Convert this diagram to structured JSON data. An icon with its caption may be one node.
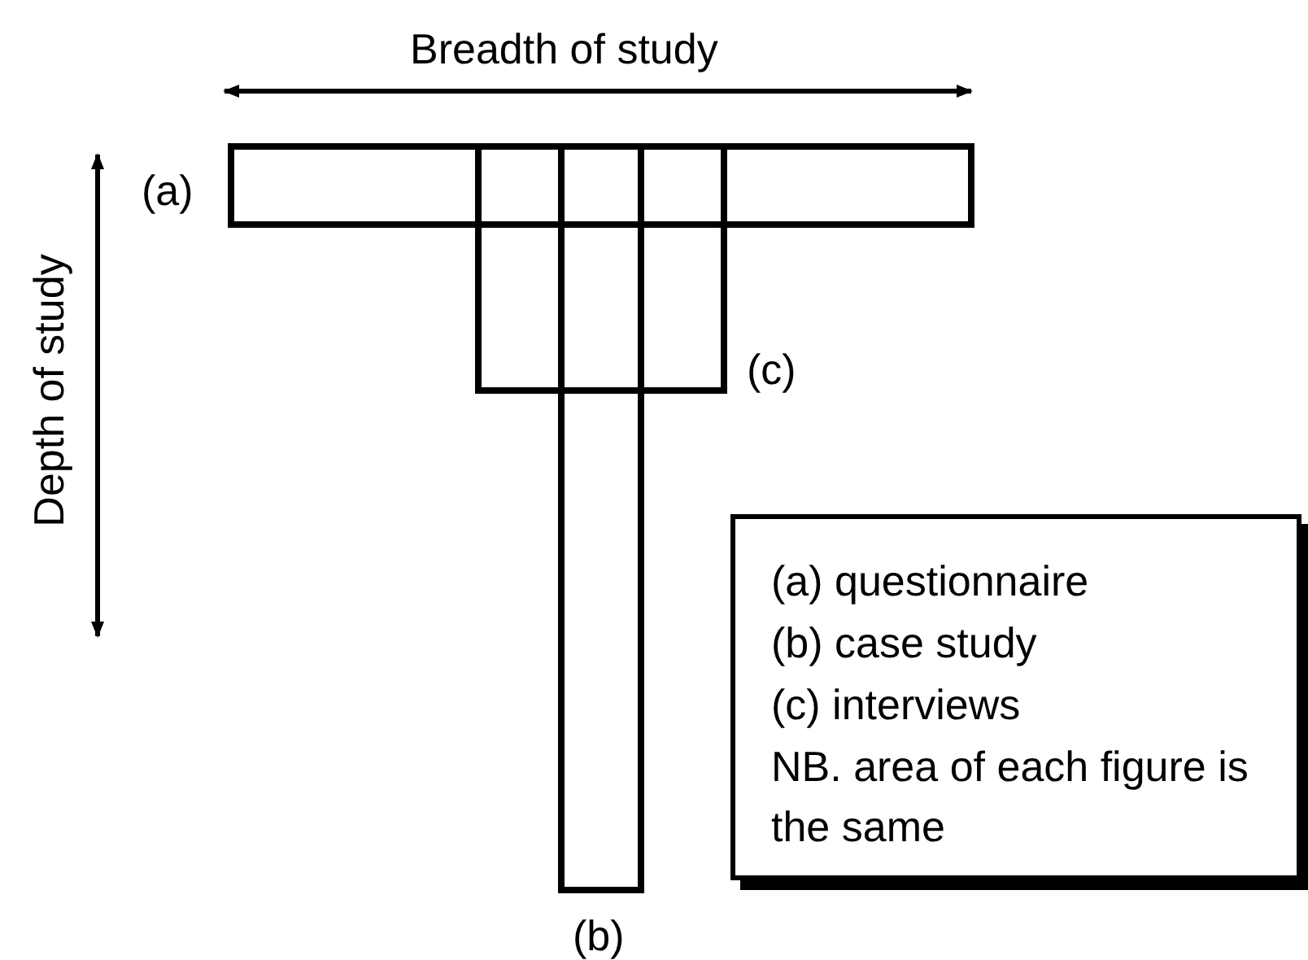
{
  "diagram": {
    "nodes": [
      {
        "text": [],
        "shape": "box",
        "beside": [
          "(a)"
        ]
      },
      {
        "text": [],
        "shape": "box",
        "beside": [
          "(b)"
        ]
      },
      {
        "text": [],
        "shape": "box",
        "beside": [
          "(c)"
        ]
      },
      {
        "text": [
          "(a)  questionnaire",
          "(b)  case study",
          "(c)  interviews",
          "NB. area of each figure is the same"
        ]
      }
    ],
    "edges": [],
    "labels": [
      "Breadth of study",
      "Depth of study"
    ]
  }
}
